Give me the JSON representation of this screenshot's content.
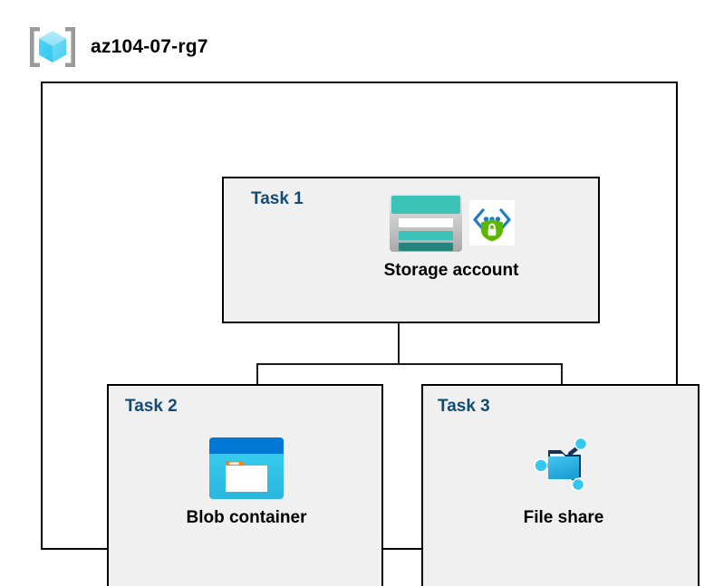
{
  "header": {
    "icon": "resource-group-icon",
    "title": "az104-07-rg7"
  },
  "diagram": {
    "type": "azure-architecture",
    "container": "resource-group-frame",
    "colors": {
      "task_label": "#124b73",
      "box_fill": "#f0f0f0",
      "box_border": "#000000",
      "connector": "#1a1a1a",
      "highlight": "#d2d2d2",
      "storage_teal": "#3bc3b8",
      "storage_teal_dark": "#2a8c84",
      "blob_blue": "#0078d4",
      "blob_cyan": "#32d0f0",
      "blob_orange": "#f08022",
      "fileshare_cyan": "#32c8f0",
      "shield_green": "#5cb700",
      "cube_cyan": "#8ae5f7"
    },
    "tasks": [
      {
        "label": "Task 1",
        "node": {
          "caption": "Storage account",
          "icons": [
            "storage-account-icon",
            "private-endpoint-shield-icon"
          ],
          "highlighted": false
        }
      },
      {
        "label": "Task 2",
        "node": {
          "caption": "Blob container",
          "icons": [
            "blob-container-icon"
          ],
          "highlighted": false
        }
      },
      {
        "label": "Task 3",
        "node": {
          "caption": "File share",
          "icons": [
            "file-share-icon"
          ],
          "highlighted": true
        }
      }
    ],
    "connectors": [
      {
        "name": "storage-to-bus",
        "from": "Task 1",
        "to": "branch-bus"
      },
      {
        "name": "bus-to-blob",
        "from": "branch-bus",
        "to": "Task 2"
      },
      {
        "name": "bus-to-fileshare",
        "from": "branch-bus",
        "to": "Task 3"
      }
    ]
  }
}
